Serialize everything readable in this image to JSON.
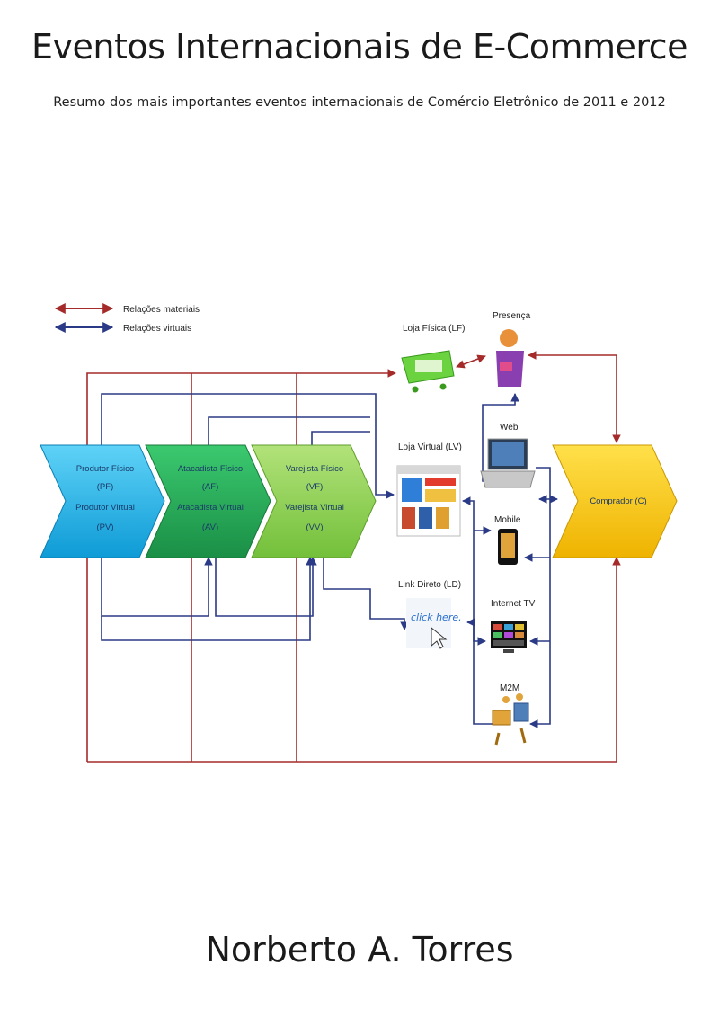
{
  "cover": {
    "title": "Eventos Internacionais de E-Commerce",
    "subtitle": "Resumo dos mais importantes eventos internacionais de Comércio Eletrônico de 2011 e 2012",
    "author": "Norberto A. Torres"
  },
  "legend": {
    "material": "Relações materiais",
    "virtual": "Relações virtuais"
  },
  "chevrons": {
    "produtor": [
      "Produtor Físico",
      "(PF)",
      "Produtor Virtual",
      "(PV)"
    ],
    "atacadista": [
      "Atacadista Físico",
      "(AF)",
      "Atacadista Virtual",
      "(AV)"
    ],
    "varejista": [
      "Varejista Físico",
      "(VF)",
      "Varejista Virtual",
      "(VV)"
    ],
    "comprador": "Comprador (C)"
  },
  "nodes": {
    "loja_fisica": "Loja Física (LF)",
    "presenca": "Presença",
    "loja_virtual": "Loja Virtual (LV)",
    "link_direto": "Link Direto (LD)",
    "web": "Web",
    "mobile": "Mobile",
    "internet_tv": "Internet TV",
    "m2m": "M2M",
    "click_here": "click here."
  },
  "colors": {
    "material": "#a52a2a",
    "virtual": "#2b3a86",
    "produtor": "#1fb4e8",
    "atacadista": "#27ae5a",
    "varejista": "#8fd14f",
    "comprador": "#f2c618"
  }
}
